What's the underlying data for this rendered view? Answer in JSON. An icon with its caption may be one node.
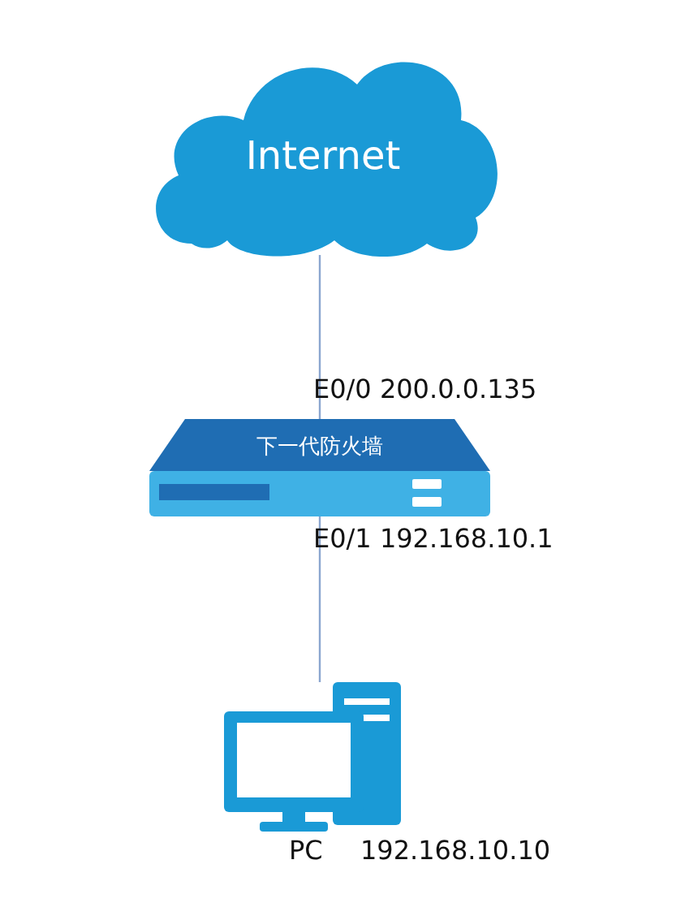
{
  "diagram": {
    "nodes": [
      {
        "text": [
          "Internet"
        ]
      },
      {
        "text": [
          "下一代防火墙"
        ],
        "beside": [
          "E0/0 200.0.0.135",
          "E0/1 192.168.10.1"
        ]
      },
      {
        "text": [],
        "shape": "picture",
        "beside": [
          "PC",
          "192.168.10.10"
        ]
      }
    ],
    "edges": [
      {
        "from": 0,
        "to": 1,
        "arrow": "none"
      },
      {
        "from": 1,
        "to": 2,
        "arrow": "none"
      }
    ]
  }
}
